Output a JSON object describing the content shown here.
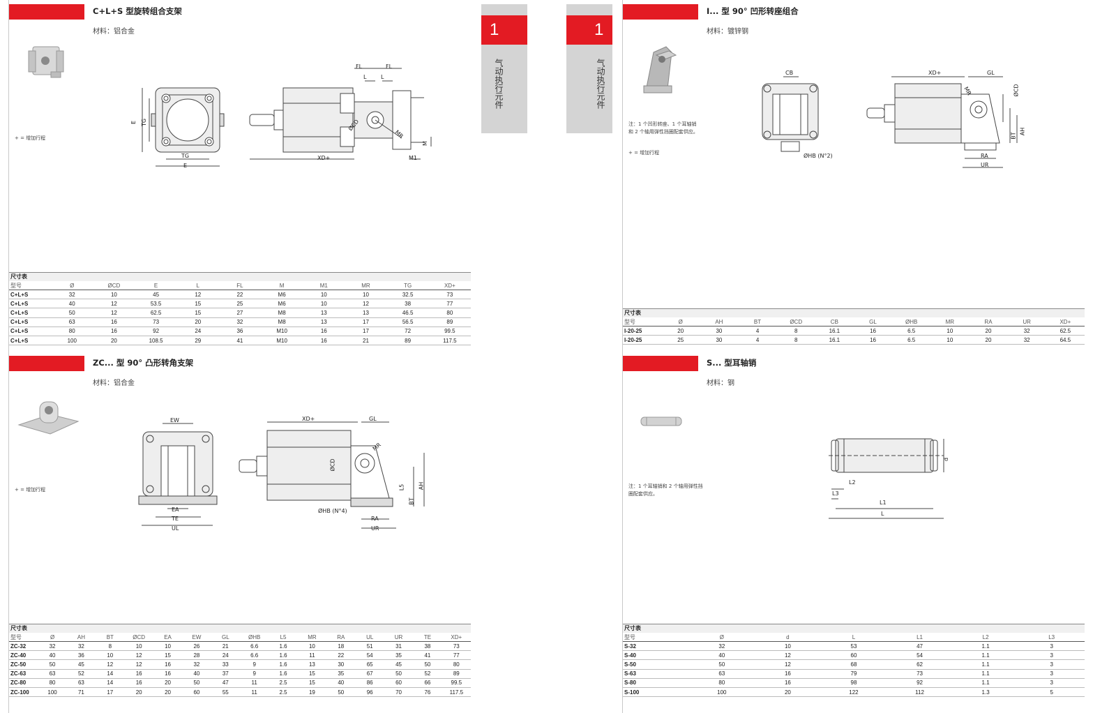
{
  "tabs": [
    {
      "number": "1",
      "text": "气动执行元件"
    },
    {
      "number": "1",
      "text": "气动执行元件"
    }
  ],
  "sections": [
    {
      "title": "C+L+S 型旋转组合支架",
      "material": "材料：铝合金",
      "note": "+ = 增加行程",
      "table_title": "尺寸表",
      "headers": [
        "型号",
        "Ø",
        "ØCD",
        "E",
        "L",
        "FL",
        "M",
        "M1",
        "MR",
        "TG",
        "XD+"
      ],
      "rows": [
        [
          "C+L+S",
          "32",
          "10",
          "45",
          "12",
          "22",
          "M6",
          "10",
          "10",
          "32.5",
          "73"
        ],
        [
          "C+L+S",
          "40",
          "12",
          "53.5",
          "15",
          "25",
          "M6",
          "10",
          "12",
          "38",
          "77"
        ],
        [
          "C+L+S",
          "50",
          "12",
          "62.5",
          "15",
          "27",
          "M8",
          "13",
          "13",
          "46.5",
          "80"
        ],
        [
          "C+L+S",
          "63",
          "16",
          "73",
          "20",
          "32",
          "M8",
          "13",
          "17",
          "56.5",
          "89"
        ],
        [
          "C+L+S",
          "80",
          "16",
          "92",
          "24",
          "36",
          "M10",
          "16",
          "17",
          "72",
          "99.5"
        ],
        [
          "C+L+S",
          "100",
          "20",
          "108.5",
          "29",
          "41",
          "M10",
          "16",
          "21",
          "89",
          "117.5"
        ]
      ],
      "dims": [
        "E",
        "TG",
        "TG",
        "E",
        "XD+",
        "FL",
        "FL",
        "L",
        "L",
        "ØCD",
        "MR",
        "M",
        "M1"
      ]
    },
    {
      "title": "I... 型 90° 凹形转座组合",
      "material": "材料：镀锌钢",
      "note": "注：1 个凹形转座、1 个耳轴销和 2 个轴用弹性挡圈配套供应。",
      "note2": "+ = 增加行程",
      "table_title": "尺寸表",
      "headers": [
        "型号",
        "Ø",
        "AH",
        "BT",
        "ØCD",
        "CB",
        "GL",
        "ØHB",
        "MR",
        "RA",
        "UR",
        "XD+"
      ],
      "rows": [
        [
          "I-20-25",
          "20",
          "30",
          "4",
          "8",
          "16.1",
          "16",
          "6.5",
          "10",
          "20",
          "32",
          "62.5"
        ],
        [
          "I-20-25",
          "25",
          "30",
          "4",
          "8",
          "16.1",
          "16",
          "6.5",
          "10",
          "20",
          "32",
          "64.5"
        ]
      ],
      "dims": [
        "CB",
        "ØHB (N°2)",
        "XD+",
        "GL",
        "MR",
        "ØCD",
        "BT",
        "AH",
        "RA",
        "UR"
      ]
    },
    {
      "title": "ZC... 型 90° 凸形转角支架",
      "material": "材料：铝合金",
      "note": "+ = 增加行程",
      "table_title": "尺寸表",
      "headers": [
        "型号",
        "Ø",
        "AH",
        "BT",
        "ØCD",
        "EA",
        "EW",
        "GL",
        "ØHB",
        "L5",
        "MR",
        "RA",
        "UL",
        "UR",
        "TE",
        "XD+"
      ],
      "rows": [
        [
          "ZC-32",
          "32",
          "32",
          "8",
          "10",
          "10",
          "26",
          "21",
          "6.6",
          "1.6",
          "10",
          "18",
          "51",
          "31",
          "38",
          "73"
        ],
        [
          "ZC-40",
          "40",
          "36",
          "10",
          "12",
          "15",
          "28",
          "24",
          "6.6",
          "1.6",
          "11",
          "22",
          "54",
          "35",
          "41",
          "77"
        ],
        [
          "ZC-50",
          "50",
          "45",
          "12",
          "12",
          "16",
          "32",
          "33",
          "9",
          "1.6",
          "13",
          "30",
          "65",
          "45",
          "50",
          "80"
        ],
        [
          "ZC-63",
          "63",
          "52",
          "14",
          "16",
          "16",
          "40",
          "37",
          "9",
          "1.6",
          "15",
          "35",
          "67",
          "50",
          "52",
          "89"
        ],
        [
          "ZC-80",
          "80",
          "63",
          "14",
          "16",
          "20",
          "50",
          "47",
          "11",
          "2.5",
          "15",
          "40",
          "86",
          "60",
          "66",
          "99.5"
        ],
        [
          "ZC-100",
          "100",
          "71",
          "17",
          "20",
          "20",
          "60",
          "55",
          "11",
          "2.5",
          "19",
          "50",
          "96",
          "70",
          "76",
          "117.5"
        ]
      ],
      "dims": [
        "EW",
        "EA",
        "TE",
        "UL",
        "XD+",
        "GL",
        "MR",
        "ØCD",
        "L5",
        "BT",
        "AH",
        "ØHB (N°4)",
        "RA",
        "UR"
      ]
    },
    {
      "title": "S... 型耳轴销",
      "material": "材料：钢",
      "note": "注：1 个耳轴销和 2 个轴用弹性挡圈配套供应。",
      "table_title": "尺寸表",
      "headers": [
        "型号",
        "Ø",
        "d",
        "L",
        "L1",
        "L2",
        "L3"
      ],
      "rows": [
        [
          "S-32",
          "32",
          "10",
          "53",
          "47",
          "1.1",
          "3"
        ],
        [
          "S-40",
          "40",
          "12",
          "60",
          "54",
          "1.1",
          "3"
        ],
        [
          "S-50",
          "50",
          "12",
          "68",
          "62",
          "1.1",
          "3"
        ],
        [
          "S-63",
          "63",
          "16",
          "79",
          "73",
          "1.1",
          "3"
        ],
        [
          "S-80",
          "80",
          "16",
          "98",
          "92",
          "1.1",
          "3"
        ],
        [
          "S-100",
          "100",
          "20",
          "122",
          "112",
          "1.3",
          "5"
        ]
      ],
      "dims": [
        "d",
        "L2",
        "L3",
        "L1",
        "L"
      ]
    }
  ]
}
